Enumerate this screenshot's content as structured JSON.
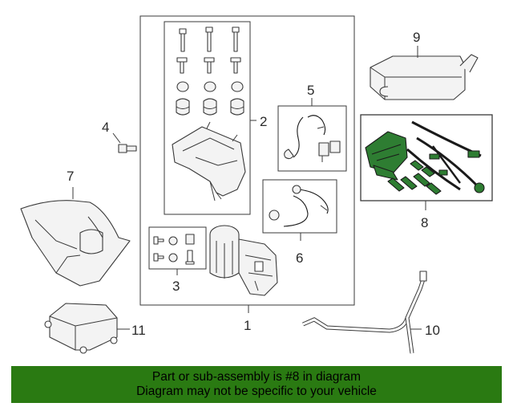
{
  "callouts": {
    "c1": "1",
    "c2": "2",
    "c3": "3",
    "c4": "4",
    "c5": "5",
    "c6": "6",
    "c7": "7",
    "c8": "8",
    "c9": "9",
    "c10": "10",
    "c11": "11"
  },
  "banner": {
    "line1": "Part or sub-assembly is #8 in diagram",
    "line2": "Diagram may not be specific to your vehicle"
  },
  "colors": {
    "highlight": "#2e7d32",
    "banner_bg": "#2a7a12"
  }
}
